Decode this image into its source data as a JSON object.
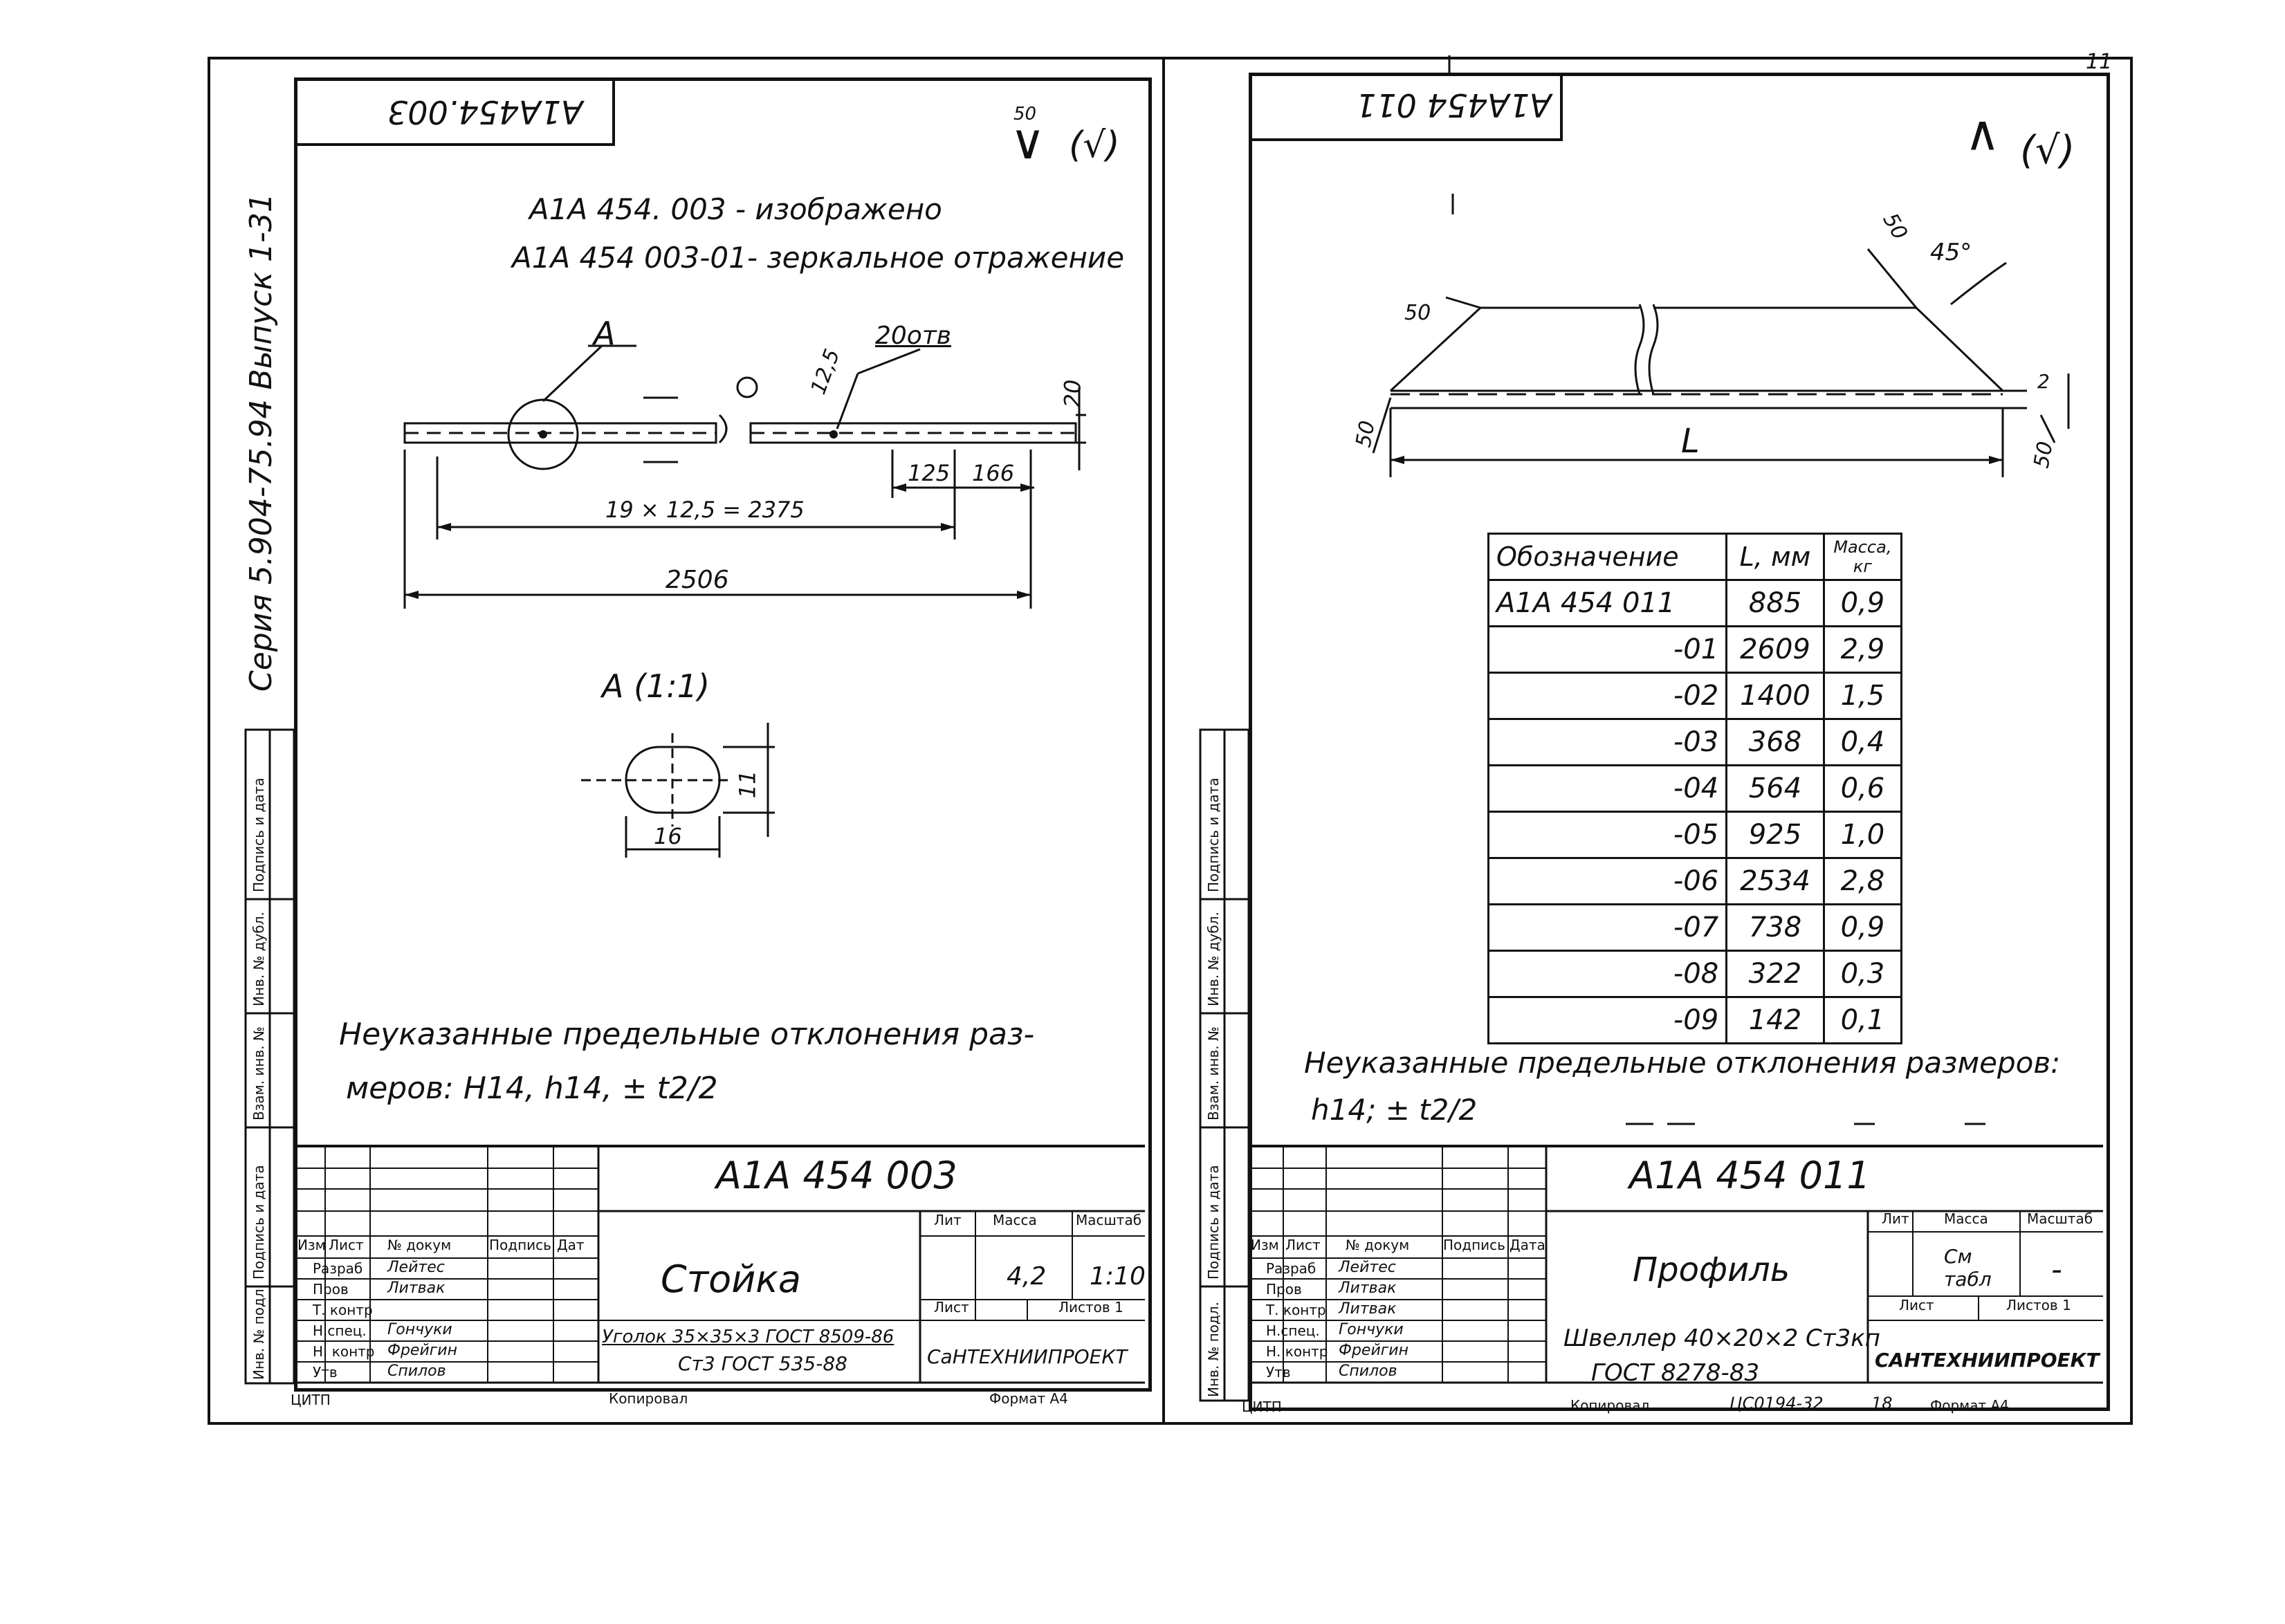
{
  "left_sheet": {
    "stamp_code": "А1А454.003",
    "roughness": {
      "value": "50",
      "mark": "(√)"
    },
    "note_line1": "А1А 454. 003 - изображено",
    "note_line2": "А1А 454 003-01- зеркальное отражение",
    "series_label": "Серия 5.904-75.94 Выпуск 1-31",
    "view_label": "А",
    "holes_label": "20отв",
    "dim_125_angle": "12,5",
    "dim_20": "20",
    "dim_125": "125",
    "dim_166": "166",
    "dim_pitch": "19 × 12,5 = 2375",
    "dim_total": "2506",
    "detail_title": "А (1:1)",
    "dim_11": "11",
    "dim_16": "16",
    "tolerance_note_1": "Неуказанные предельные отклонения раз-",
    "tolerance_note_2": "меров: Н14, h14, ± t2/2",
    "title_block": {
      "designation": "А1А 454 003",
      "name": "Стойка",
      "material_1": "Уголок 35×35×3 ГОСТ 8509-86",
      "material_2": "Ст3 ГОСТ 535-88",
      "org": "СаНТЕХНИИПРОЕКТ",
      "hdr_lit": "Лит",
      "hdr_mass": "Масса",
      "hdr_scale": "Масштаб",
      "mass": "4,2",
      "scale": "1:10",
      "sheet": "Лист",
      "sheets": "Листов 1",
      "col_izm": "Изм",
      "col_list": "Лист",
      "col_doc": "№ докум",
      "col_sign": "Подпись",
      "col_date": "Дат",
      "roles": [
        "Разраб",
        "Пров",
        "Т. контр",
        "Н.спец.",
        "Н. контр",
        "Утв"
      ],
      "names": [
        "Лейтес",
        "Литвак",
        "",
        "Гончуки",
        "Фрейгин",
        "Спилов"
      ],
      "format": "Формат А4",
      "copied": "Копировал",
      "citp": "ЦИТП"
    },
    "side_stamps": [
      "Подпись и дата",
      "Инв. № дубл.",
      "Взам. инв. №",
      "Подпись и дата",
      "Инв. № подл."
    ]
  },
  "right_sheet": {
    "stamp_code": "А1А454 011",
    "page_no": "11",
    "roughness": {
      "value": "",
      "mark": "(√)"
    },
    "dim_50_a": "50",
    "dim_50_b": "50",
    "dim_50_c": "50",
    "dim_50_d": "50",
    "dim_45": "45°",
    "dim_2": "2",
    "dim_L": "L",
    "table": {
      "headers": [
        "Обозначение",
        "L, мм",
        "Масса, кг"
      ],
      "rows": [
        [
          "А1А 454 011",
          "885",
          "0,9"
        ],
        [
          "-01",
          "2609",
          "2,9"
        ],
        [
          "-02",
          "1400",
          "1,5"
        ],
        [
          "-03",
          "368",
          "0,4"
        ],
        [
          "-04",
          "564",
          "0,6"
        ],
        [
          "-05",
          "925",
          "1,0"
        ],
        [
          "-06",
          "2534",
          "2,8"
        ],
        [
          "-07",
          "738",
          "0,9"
        ],
        [
          "-08",
          "322",
          "0,3"
        ],
        [
          "-09",
          "142",
          "0,1"
        ]
      ]
    },
    "tolerance_note_1": "Неуказанные предельные отклонения размеров:",
    "tolerance_note_2": "h14; ± t2/2",
    "title_block": {
      "designation": "А1А 454 011",
      "name": "Профиль",
      "material_1": "Швеллер 40×20×2 Ст3кп",
      "material_2": "ГОСТ 8278-83",
      "org": "САНТЕХНИИПРОЕКТ",
      "hdr_lit": "Лит",
      "hdr_mass": "Масса",
      "hdr_scale": "Масштаб",
      "mass": "См табл",
      "scale": "-",
      "sheet": "Лист",
      "sheets": "Листов 1",
      "col_izm": "Изм",
      "col_list": "Лист",
      "col_doc": "№ докум",
      "col_sign": "Подпись",
      "col_date": "Дата",
      "roles": [
        "Разраб",
        "Пров",
        "Т. контр",
        "Н.спец.",
        "Н. контр",
        "Утв"
      ],
      "names": [
        "Лейтес",
        "Литвак",
        "Литвак",
        "Гончуки",
        "Фрейгин",
        "Спилов"
      ],
      "format": "Формат А4",
      "copied": "Копировал",
      "order": "ЦС0194-32",
      "order_sheet": "18",
      "citp": "ЦИТП"
    },
    "side_stamps": [
      "Подпись и дата",
      "Инв. № дубл.",
      "Взам. инв. №",
      "Подпись и дата",
      "Инв. № подл."
    ]
  }
}
